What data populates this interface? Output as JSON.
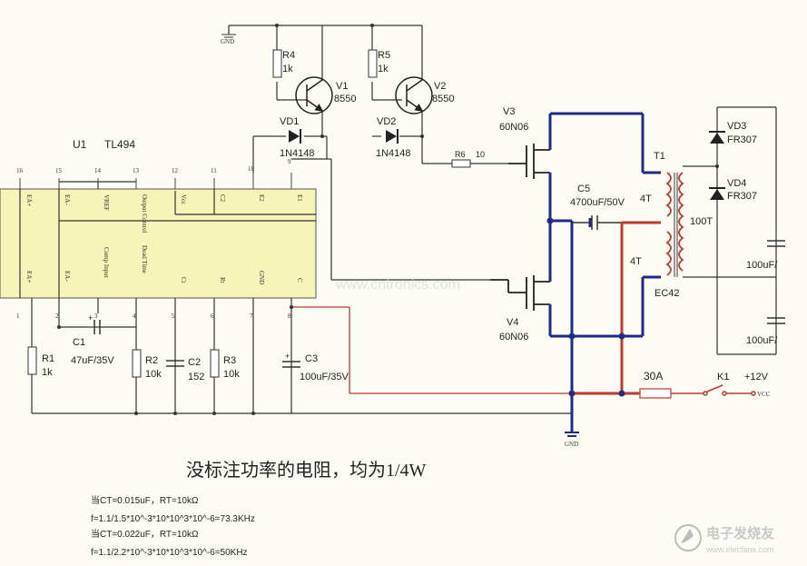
{
  "ic": {
    "ref": "U1",
    "part": "TL494",
    "colors": {
      "body": "#f6f4b8",
      "wire": "#333333",
      "heavy": "#1f2a8a",
      "power": "#c0392b"
    },
    "top_pins": [
      {
        "num": "16",
        "name": "EA+"
      },
      {
        "num": "15",
        "name": "EA-"
      },
      {
        "num": "14",
        "name": "VREF"
      },
      {
        "num": "13",
        "name": "Output Control"
      },
      {
        "num": "12",
        "name": "Vcc"
      },
      {
        "num": "11",
        "name": "C2"
      },
      {
        "num": "10",
        "name": "E2"
      },
      {
        "num": "9",
        "name": "E1"
      }
    ],
    "bottom_pins": [
      {
        "num": "1",
        "name": "EA+"
      },
      {
        "num": "2",
        "name": "EA-"
      },
      {
        "num": "3",
        "name": "Comp Input"
      },
      {
        "num": "4",
        "name": "Dead Time"
      },
      {
        "num": "5",
        "name": "Ct"
      },
      {
        "num": "6",
        "name": "Rt"
      },
      {
        "num": "7",
        "name": "GND"
      },
      {
        "num": "8",
        "name": "C"
      }
    ]
  },
  "components": {
    "R4": {
      "ref": "R4",
      "value": "1k"
    },
    "R5": {
      "ref": "R5",
      "value": "1k"
    },
    "V1": {
      "ref": "V1",
      "value": "8550"
    },
    "V2": {
      "ref": "V2",
      "value": "8550"
    },
    "VD1": {
      "ref": "VD1",
      "value": "1N4148"
    },
    "VD2": {
      "ref": "VD2",
      "value": "1N4148"
    },
    "R6": {
      "ref": "R6",
      "value": "10"
    },
    "V3": {
      "ref": "V3",
      "value": "60N06"
    },
    "V4": {
      "ref": "V4",
      "value": "60N06"
    },
    "C5": {
      "ref": "C5",
      "value": "4700uF/50V"
    },
    "T1": {
      "ref": "T1",
      "core": "EC42",
      "primary_a": "4T",
      "primary_b": "4T",
      "secondary": "100T"
    },
    "VD3": {
      "ref": "VD3",
      "value": "FR307"
    },
    "VD4": {
      "ref": "VD4",
      "value": "FR307"
    },
    "C_out1": {
      "value": "100uF/"
    },
    "C_out2": {
      "value": "100uF/"
    },
    "R1": {
      "ref": "R1",
      "value": "1k"
    },
    "C1": {
      "ref": "C1",
      "value": "47uF/35V"
    },
    "R2": {
      "ref": "R2",
      "value": "10k"
    },
    "C2": {
      "ref": "C2",
      "value": "152"
    },
    "R3": {
      "ref": "R3",
      "value": "10k"
    },
    "C3": {
      "ref": "C3",
      "value": "100uF/35V"
    },
    "F1": {
      "value": "30A"
    },
    "K1": {
      "ref": "K1"
    },
    "supply": {
      "voltage": "+12V",
      "net": "VCC"
    },
    "gnd_top": "GND",
    "gnd_bottom": "GND"
  },
  "watermark": "www.cntronics.com",
  "notes": {
    "resistor_note": "没标注功率的电阻，均为1/4W",
    "line1": "当CT=0.015uF，RT=10kΩ",
    "line2": "f=1.1/1.5*10^-3*10*10^3*10^-6=73.3KHz",
    "line3": "当CT=0.022uF，RT=10kΩ",
    "line4": "f=1.1/2.2*10^-3*10*10^3*10^-6=50KHz"
  },
  "logo": {
    "cn": "电子发烧友",
    "url": "www.elecfans.com"
  }
}
